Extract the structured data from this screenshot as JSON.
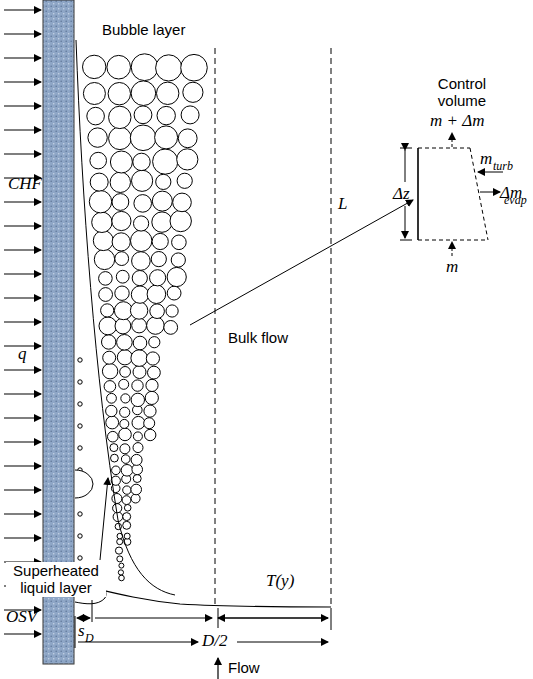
{
  "diagram": {
    "labels": [
      "Bubble layer",
      "Control volume",
      "m + Δm",
      "CHF",
      "L",
      "Δz",
      "m",
      "turb",
      "Δm",
      "evap",
      "m",
      "Bulk flow",
      "q",
      "Superheated liquid layer",
      "T(y)",
      "OSV",
      "s",
      "D",
      "D/2",
      "Flow"
    ]
  }
}
